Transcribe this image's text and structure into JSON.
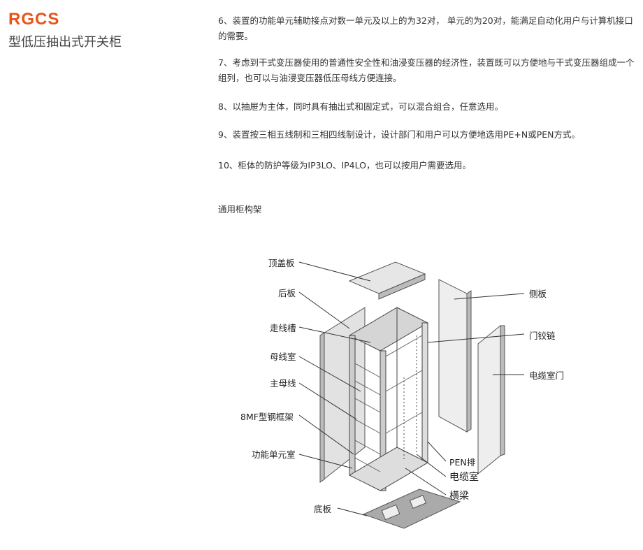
{
  "header": {
    "brand": "RGCS",
    "subtitle": "型低压抽出式开关柜"
  },
  "features": [
    "6、装置的功能单元辅助接点对数一单元及以上的为32对， 单元的为20对，能满足自动化用户与计算机接口的需要。",
    "7、考虑到干式变压器使用的普通性安全性和油浸变压器的经济性，装置既可以方便地与干式变压器组成一个组列，也可以与油浸变压器低压母线方便连接。",
    "8、以抽屉为主体，同时具有抽出式和固定式，可以混合组合，任意选用。",
    "9、装置按三相五线制和三相四线制设计，设计部门和用户可以方便地选用PE+N或PEN方式。",
    "10、柜体的防护等级为IP3LO、IP4LO，也可以按用户需要选用。"
  ],
  "diagram": {
    "title": "通用柜构架",
    "labels": {
      "top_cover": "顶盖板",
      "back_panel": "后板",
      "cable_trough": "走线槽",
      "busbar_room": "母线室",
      "main_busbar": "主母线",
      "frame": "8MF型钢框架",
      "function_unit_room": "功能单元室",
      "bottom_plate": "底板",
      "side_panel": "侧板",
      "door_hinge": "门铰链",
      "cable_room_door": "电缆室门",
      "pen_bar": "PEN排",
      "cable_room": "电缆室",
      "crossbeam": "横梁"
    }
  }
}
